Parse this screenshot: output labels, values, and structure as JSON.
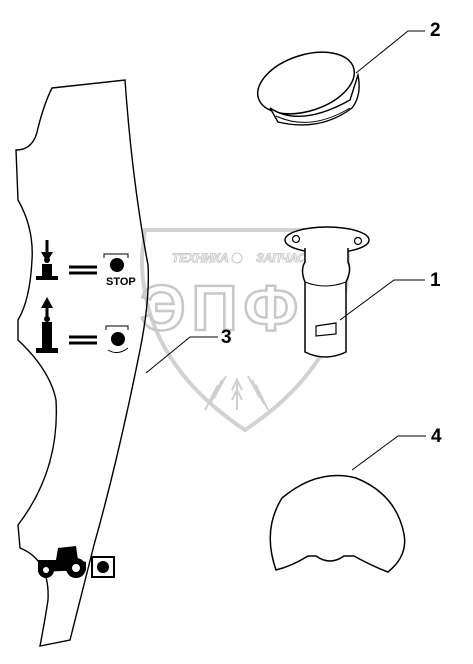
{
  "callouts": {
    "part_1": "1",
    "part_2": "2",
    "part_3": "3",
    "part_4": "4"
  },
  "decal": {
    "stop_label": "STOP"
  },
  "watermark": {
    "top_text_left": "ТЕХНИКА",
    "top_text_right": "ЗАПЧАСТИ",
    "big_letters": "ЭПФ"
  }
}
